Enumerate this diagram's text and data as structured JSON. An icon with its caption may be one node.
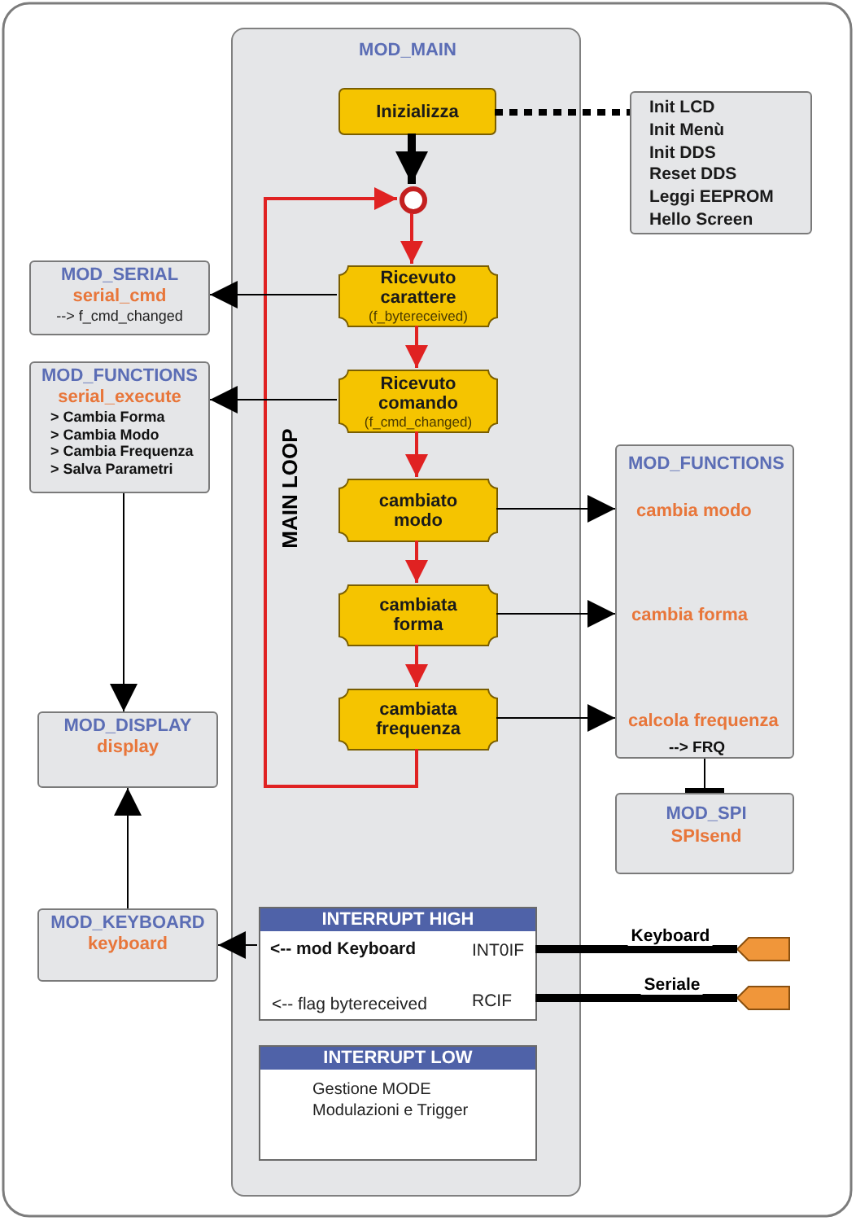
{
  "diagram": {
    "nodes": [
      {
        "text": [
          "MOD_MAIN"
        ]
      },
      {
        "text": [
          "Inizializza"
        ],
        "in": 0
      },
      {
        "text": [],
        "shape": "circle",
        "in": 0
      },
      {
        "text": [
          "Ricevuto carattere",
          "(f_bytereceived)"
        ],
        "in": 0
      },
      {
        "text": [
          "Ricevuto comando",
          "(f_cmd_changed)"
        ],
        "in": 0
      },
      {
        "text": [
          "cambiato modo"
        ],
        "in": 0
      },
      {
        "text": [
          "cambiata forma"
        ],
        "in": 0
      },
      {
        "text": [
          "cambiata frequenza"
        ],
        "in": 0
      },
      {
        "text": [
          "Init LCD",
          "Init Menù",
          "Init DDS",
          "Reset DDS",
          "Leggi EEPROM",
          "Hello Screen"
        ]
      },
      {
        "text": [
          "MOD_SERIAL",
          "serial_cmd",
          "--> f_cmd_changed"
        ]
      },
      {
        "text": [
          "MOD_FUNCTIONS",
          "serial_execute",
          "> Cambia Forma",
          "> Cambia Modo",
          "> Cambia Frequenza",
          "> Salva Parametri"
        ]
      },
      {
        "text": [
          "MOD_FUNCTIONS",
          "cambia modo",
          "cambia forma",
          "calcola frequenza",
          "--> FRQ"
        ]
      },
      {
        "text": [
          "MOD_SPI",
          "SPIsend"
        ]
      },
      {
        "text": [
          "MOD_DISPLAY",
          "display"
        ]
      },
      {
        "text": [
          "MOD_KEYBOARD",
          "keyboard"
        ]
      },
      {
        "text": [
          "INTERRUPT HIGH",
          "<-- mod Keyboard",
          "INT0IF",
          "<-- flag bytereceived",
          "RCIF"
        ],
        "in": 0
      },
      {
        "text": [
          "INTERRUPT LOW",
          "Gestione MODE Modulazioni e Trigger"
        ],
        "in": 0
      },
      {
        "text": [],
        "shape": "pentagon"
      },
      {
        "text": [],
        "shape": "pentagon"
      }
    ],
    "edges": [
      {
        "from": 1,
        "to": 8,
        "arrow": "none",
        "style": "dashed"
      },
      {
        "from": 1,
        "to": 2,
        "arrow": "to",
        "style": "thick"
      },
      {
        "from": 2,
        "to": 3,
        "arrow": "to",
        "color": "#e02222"
      },
      {
        "from": 3,
        "to": 4,
        "arrow": "to",
        "color": "#e02222"
      },
      {
        "from": 4,
        "to": 5,
        "arrow": "to",
        "color": "#e02222"
      },
      {
        "from": 5,
        "to": 6,
        "arrow": "to",
        "color": "#e02222"
      },
      {
        "from": 6,
        "to": 7,
        "arrow": "to",
        "color": "#e02222"
      },
      {
        "from": 7,
        "to": 2,
        "arrow": "to",
        "label": "MAIN LOOP",
        "color": "#e02222"
      },
      {
        "from": 3,
        "to": 9,
        "arrow": "to"
      },
      {
        "from": 4,
        "to": 10,
        "arrow": "to"
      },
      {
        "from": 5,
        "to": 11,
        "arrow": "to"
      },
      {
        "from": 6,
        "to": 11,
        "arrow": "to"
      },
      {
        "from": 7,
        "to": 11,
        "arrow": "to"
      },
      {
        "from": 10,
        "to": 13,
        "arrow": "to"
      },
      {
        "from": 14,
        "to": 13,
        "arrow": "to"
      },
      {
        "from": 15,
        "to": 14,
        "arrow": "to"
      },
      {
        "from": 11,
        "to": 12,
        "arrow": "other"
      },
      {
        "from": 17,
        "to": 15,
        "arrow": "none",
        "label": "Keyboard",
        "style": "thick"
      },
      {
        "from": 18,
        "to": 15,
        "arrow": "none",
        "label": "Seriale",
        "style": "thick"
      }
    ]
  }
}
